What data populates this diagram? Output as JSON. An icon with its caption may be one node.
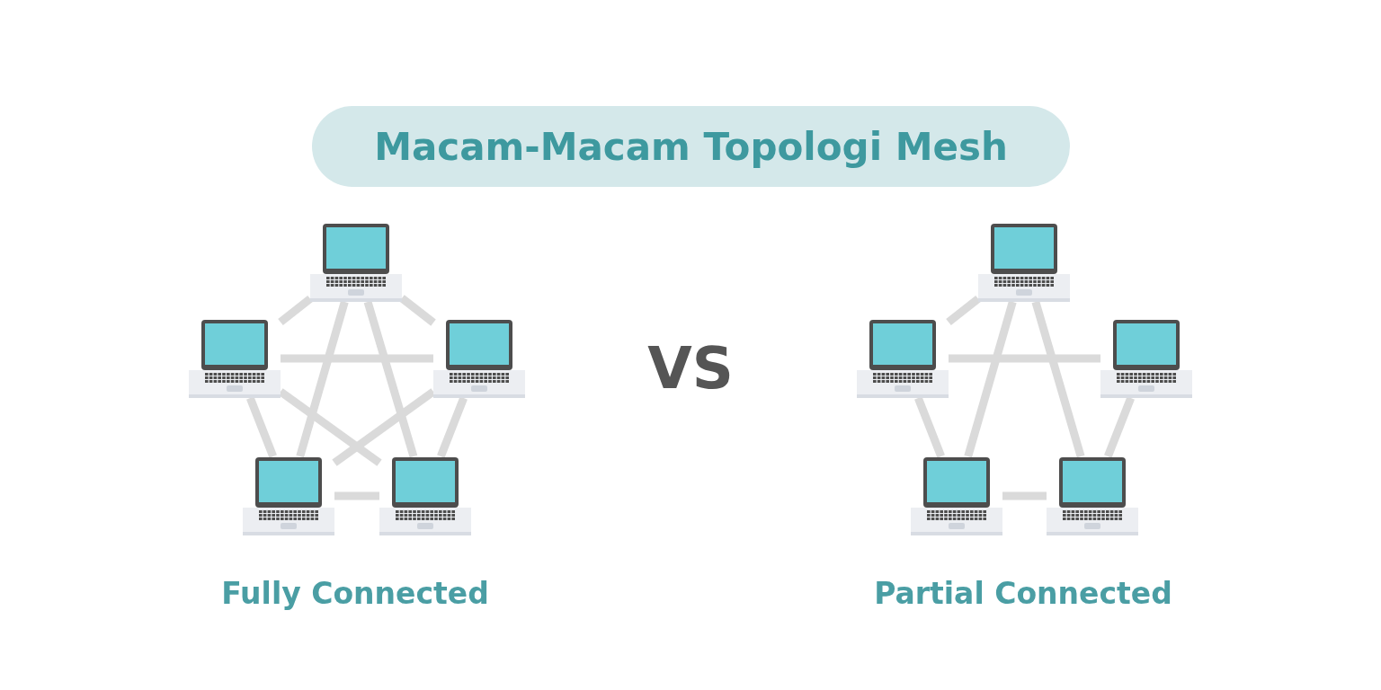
{
  "diagram": {
    "title": "Macam-Macam Topologi Mesh",
    "nodes": [
      {
        "text": [],
        "shape": "picture"
      },
      {
        "text": [],
        "shape": "picture"
      },
      {
        "text": [],
        "shape": "picture"
      },
      {
        "text": [],
        "shape": "picture"
      },
      {
        "text": [],
        "shape": "picture"
      },
      {
        "text": [],
        "shape": "picture"
      },
      {
        "text": [],
        "shape": "picture"
      },
      {
        "text": [],
        "shape": "picture"
      },
      {
        "text": [],
        "shape": "picture"
      },
      {
        "text": [],
        "shape": "picture"
      }
    ],
    "edges": [
      {
        "from": 0,
        "to": 1,
        "arrow": "none"
      },
      {
        "from": 0,
        "to": 2,
        "arrow": "none"
      },
      {
        "from": 0,
        "to": 3,
        "arrow": "none"
      },
      {
        "from": 0,
        "to": 4,
        "arrow": "none"
      },
      {
        "from": 1,
        "to": 2,
        "arrow": "none"
      },
      {
        "from": 1,
        "to": 3,
        "arrow": "none"
      },
      {
        "from": 1,
        "to": 4,
        "arrow": "none"
      },
      {
        "from": 2,
        "to": 3,
        "arrow": "none"
      },
      {
        "from": 2,
        "to": 4,
        "arrow": "none"
      },
      {
        "from": 3,
        "to": 4,
        "arrow": "none"
      },
      {
        "from": 5,
        "to": 6,
        "arrow": "none"
      },
      {
        "from": 5,
        "to": 8,
        "arrow": "none"
      },
      {
        "from": 5,
        "to": 9,
        "arrow": "none"
      },
      {
        "from": 6,
        "to": 7,
        "arrow": "none"
      },
      {
        "from": 6,
        "to": 8,
        "arrow": "none"
      },
      {
        "from": 7,
        "to": 9,
        "arrow": "none"
      },
      {
        "from": 8,
        "to": 9,
        "arrow": "none"
      }
    ],
    "labels": [
      "VS",
      "Fully Connected",
      "Partial Connected"
    ]
  }
}
